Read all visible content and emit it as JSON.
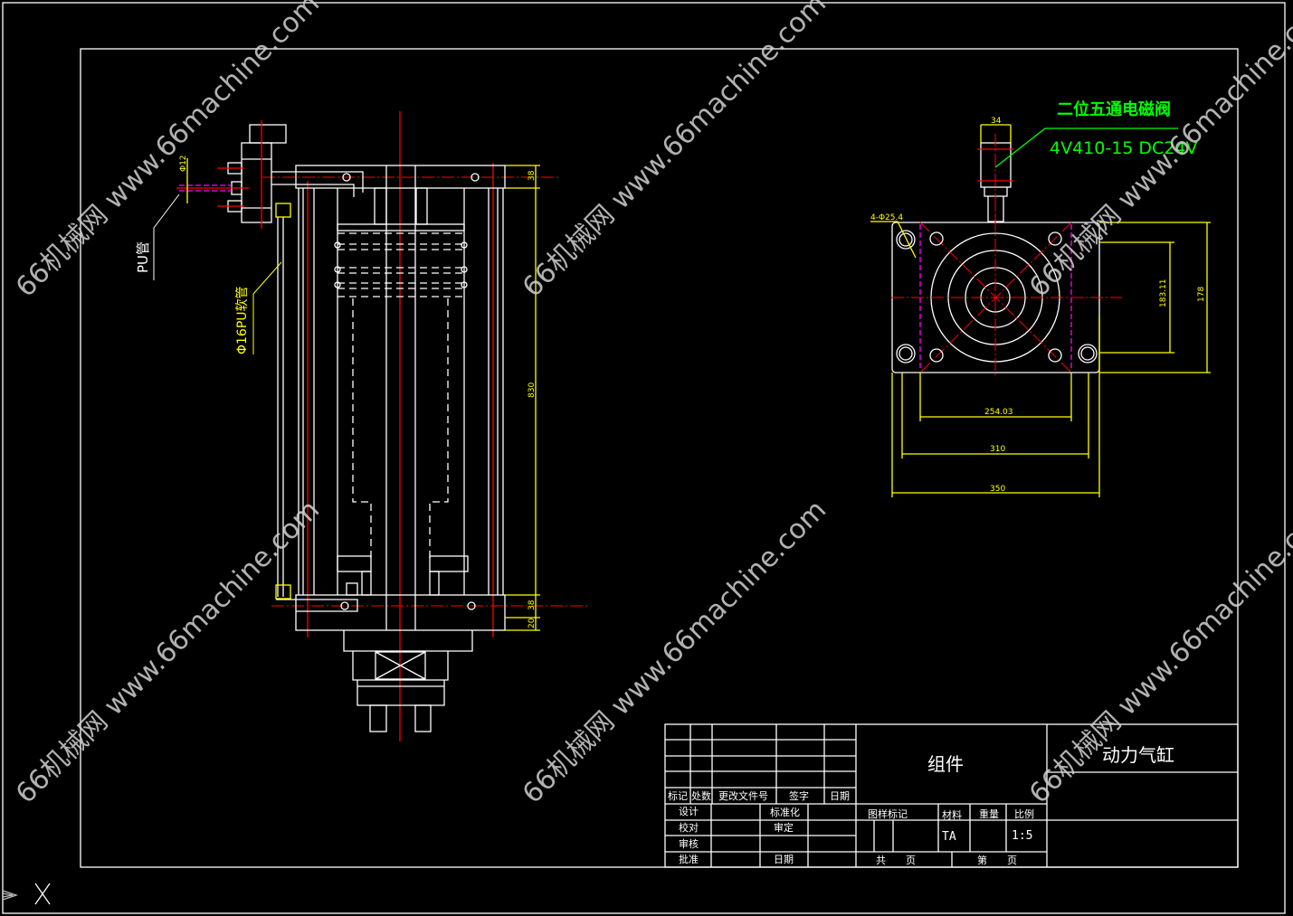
{
  "drawing": {
    "title": "动力气缸",
    "part_type": "组件",
    "material": "TA",
    "scale": "1:5"
  },
  "title_block": {
    "revision_headers": [
      "标记",
      "处数",
      "更改文件号",
      "签字",
      "日期"
    ],
    "sign_labels": {
      "design": "设计",
      "standardize": "标准化",
      "check": "校对",
      "verify": "审定",
      "review": "审核",
      "approve": "批准",
      "date": "日期"
    },
    "info_headers": {
      "pattern_mark": "图样标记",
      "material": "材料",
      "weight": "重量",
      "scale": "比例"
    },
    "sheets_total": "共　　页",
    "sheet_no": "第　　页"
  },
  "annotations": {
    "valve_name": "二位五通电磁阀",
    "valve_model": "4V410-15 DC24V",
    "pu_pipe": "PU管",
    "pu_hose": "Φ16PU软管",
    "pipe_dia": "Φ12"
  },
  "dimensions": {
    "top_plate": "38",
    "stroke": "830",
    "bottom_plate": "38",
    "base": "20",
    "valve_width": "34",
    "holes": "4-Φ25.4",
    "hole_pitch_v": "183.11",
    "plate_height": "178",
    "hole_pitch_h": "254.03",
    "width_310": "310",
    "width_350": "350"
  },
  "watermark": "66机械网 www.66machine.com",
  "colors": {
    "background": "#000000",
    "geometry": "#ffffff",
    "centerline": "#ff0000",
    "dimension": "#ffff00",
    "leader": "#00ff00",
    "hidden": "#ff00ff"
  }
}
